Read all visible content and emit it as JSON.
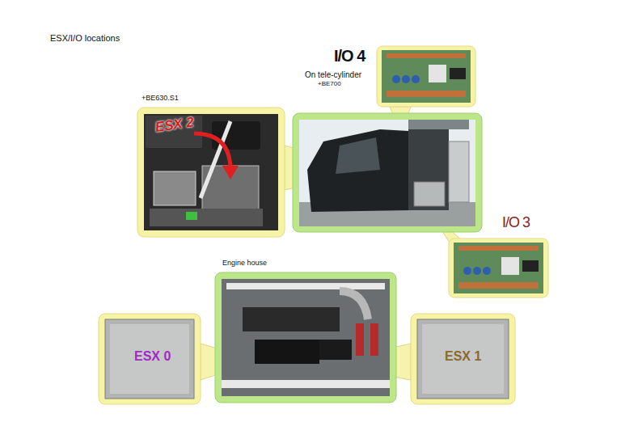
{
  "diagram": {
    "title": "ESX/I/O locations",
    "nodes": [
      {
        "text": [
          "+BE630.S1",
          "ESX 2"
        ]
      },
      {
        "text": [
          "I/O 4",
          "On tele-cylinder",
          "+BE700"
        ]
      },
      {
        "text": [
          "I/O 3"
        ]
      },
      {
        "text": [
          "Engine house"
        ]
      },
      {
        "text": [
          "ESX 0"
        ]
      },
      {
        "text": [
          "ESX 1"
        ]
      }
    ]
  }
}
